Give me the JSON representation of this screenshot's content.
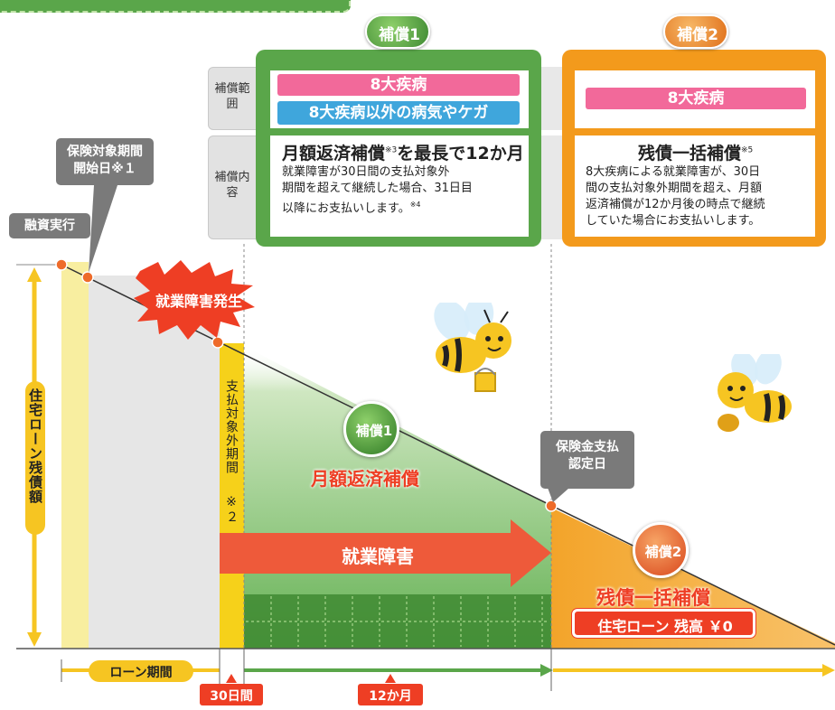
{
  "header": {
    "hosho1_badge": "補償1",
    "hosho2_badge": "補償2"
  },
  "row_labels": {
    "range": "補償範囲",
    "content": "補償内容"
  },
  "hosho1": {
    "range_pink": "8大疾病",
    "range_blue": "8大疾病以外の病気やケガ",
    "content_title": "月額返済補償",
    "content_title_note": "※3",
    "content_title_suffix": "を最長で12か月",
    "content_desc": [
      "就業障害が30日間の支払対象外",
      "期間を超えて継続した場合、31日目",
      "以降にお支払いします。"
    ],
    "content_desc_note": "※4"
  },
  "hosho2": {
    "range_pink": "8大疾病",
    "content_title": "残債一括補償",
    "content_title_note": "※5",
    "content_desc": [
      "8大疾病による就業障害が、30日",
      "間の支払対象外期間を超え、月額",
      "返済補償が12か月後の時点で継続",
      "していた場合にお支払いします。"
    ]
  },
  "timeline": {
    "loan_exec": "融資実行",
    "coverage_start": [
      "保険対象期間",
      "開始日※１"
    ],
    "disability_onset": "就業障害発生",
    "waiting_period": "支払対象外期間",
    "waiting_note": "※２",
    "payment_date": [
      "保険金支払",
      "認定日"
    ],
    "disability_arrow": "就業障害",
    "y_axis": "住宅ローン残債額",
    "x_axis": "ローン期間",
    "period_30": "30日間",
    "period_12": "12か月"
  },
  "graph_labels": {
    "hosho1_badge": "補償1",
    "hosho1_name": "月額返済補償",
    "hosho2_badge": "補償2",
    "hosho2_name": "残債一括補償",
    "hosho2_result": "住宅ローン 残高 ￥0"
  },
  "colors": {
    "green": "#5aa64a",
    "green_dark": "#3f8a33",
    "orange": "#f39a1c",
    "pink": "#f2699a",
    "blue": "#3fa6dc",
    "red": "#ee3e24",
    "yellow": "#f6d11a"
  }
}
